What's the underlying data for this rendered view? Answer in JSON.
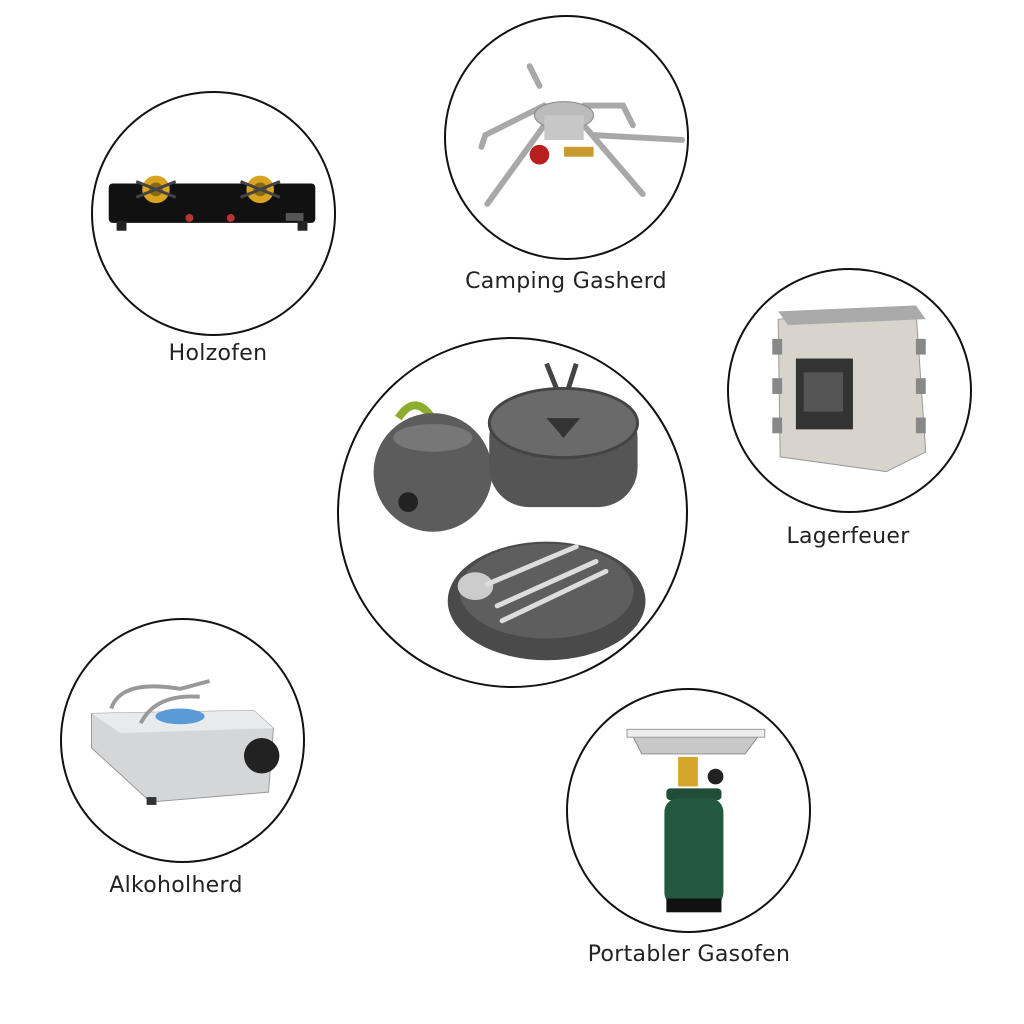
{
  "items": [
    {
      "label": "Holzofen",
      "icon": "glass-gas-stove"
    },
    {
      "label": "Camping Gasherd",
      "icon": "folding-camping-gas-burner"
    },
    {
      "label": "Lagerfeuer",
      "icon": "folding-wood-stove"
    },
    {
      "label": "Alkoholherd",
      "icon": "portable-butane-stove"
    },
    {
      "label": "Portabler Gasofen",
      "icon": "gas-canister-burner"
    }
  ],
  "center": {
    "icon": "camping-cookware-set"
  }
}
